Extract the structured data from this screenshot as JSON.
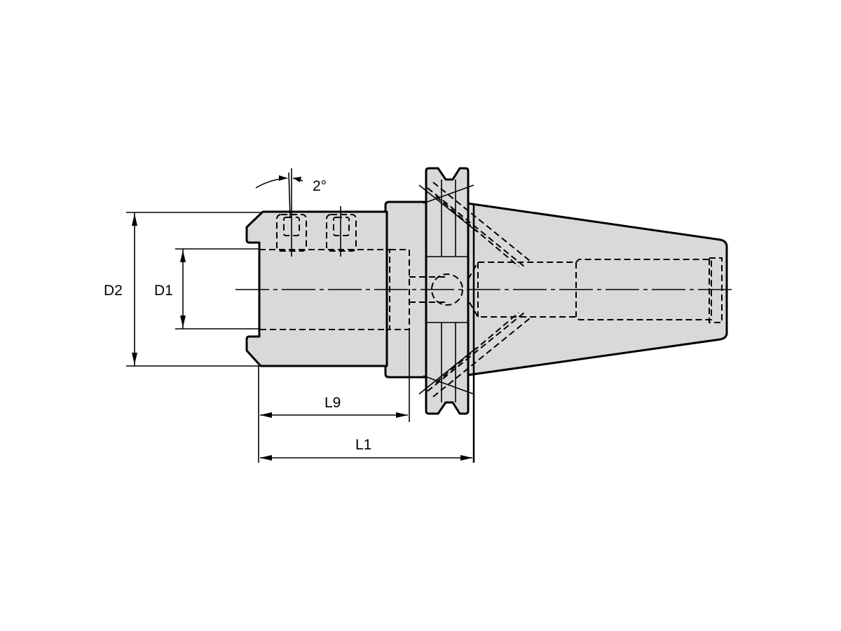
{
  "drawing": {
    "type": "technical-drawing",
    "subject": "tool holder side view",
    "colors": {
      "body_fill": "#d9d9d9",
      "line": "#000000",
      "background": "#ffffff"
    },
    "labels": {
      "d2": "D2",
      "d1": "D1",
      "l9": "L9",
      "l1": "L1",
      "angle": "2°"
    }
  }
}
